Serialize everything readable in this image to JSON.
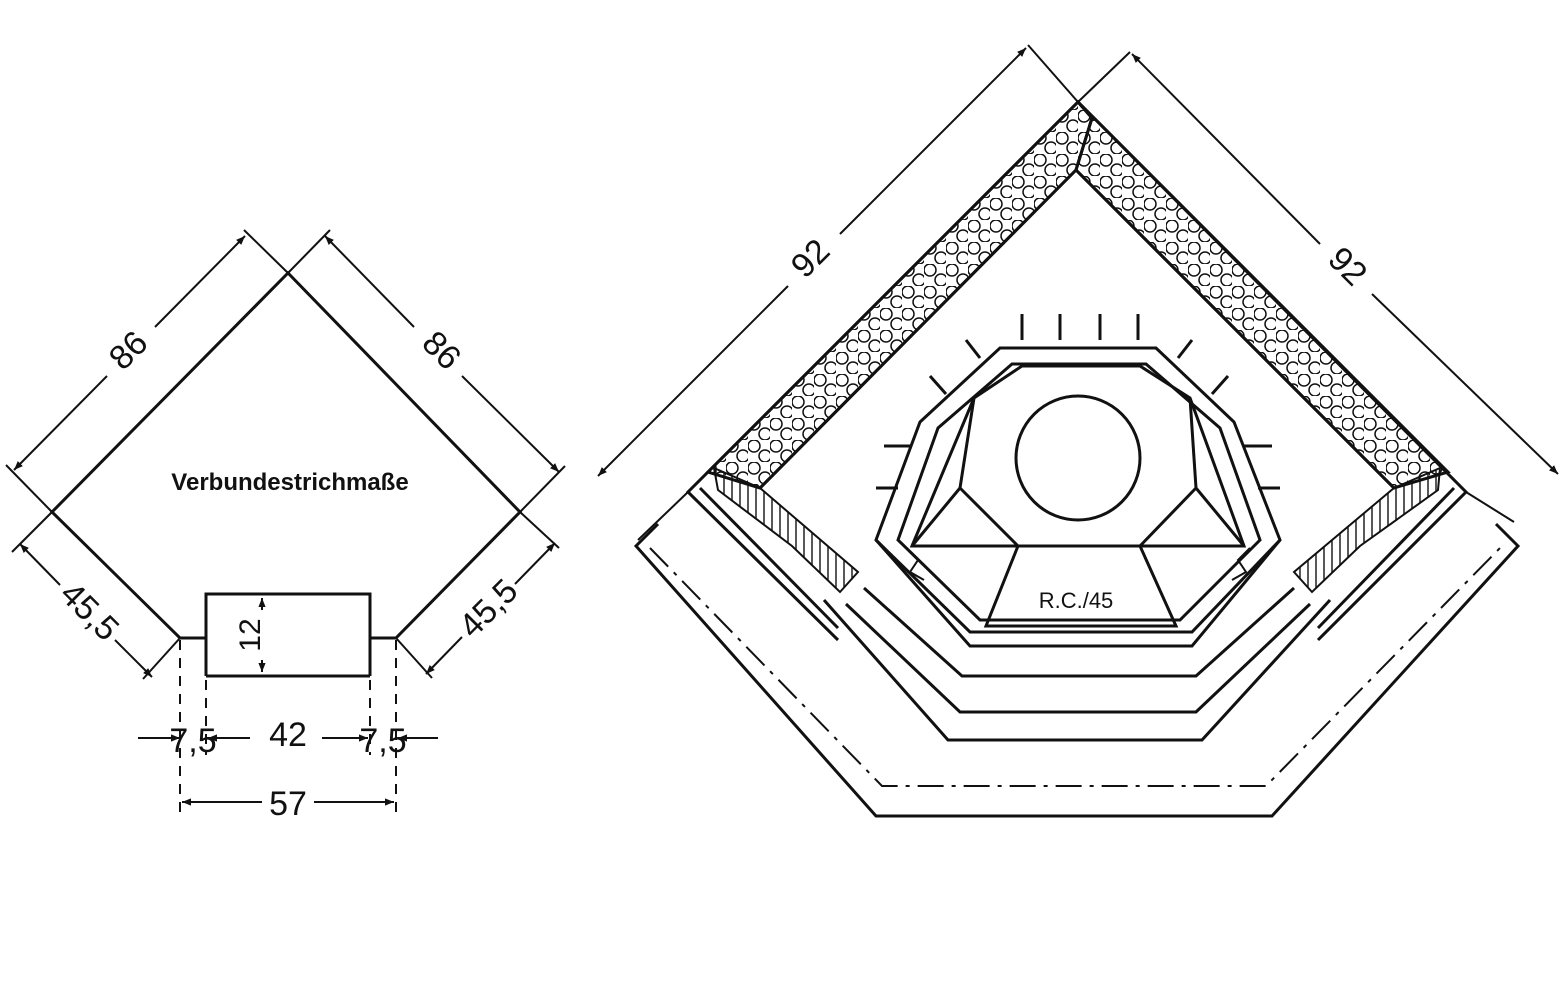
{
  "left_view": {
    "title": "Verbundestrichmaße",
    "side_upper_left": "86",
    "side_upper_right": "86",
    "side_lower_left": "45,5",
    "side_lower_right": "45,5",
    "opening_depth": "12",
    "offset_left": "7,5",
    "opening_width": "42",
    "offset_right": "7,5",
    "total_width": "57"
  },
  "right_view": {
    "side_left": "92",
    "side_right": "92",
    "model_label": "R.C./45"
  },
  "colors": {
    "line": "#111111",
    "background": "#ffffff"
  }
}
